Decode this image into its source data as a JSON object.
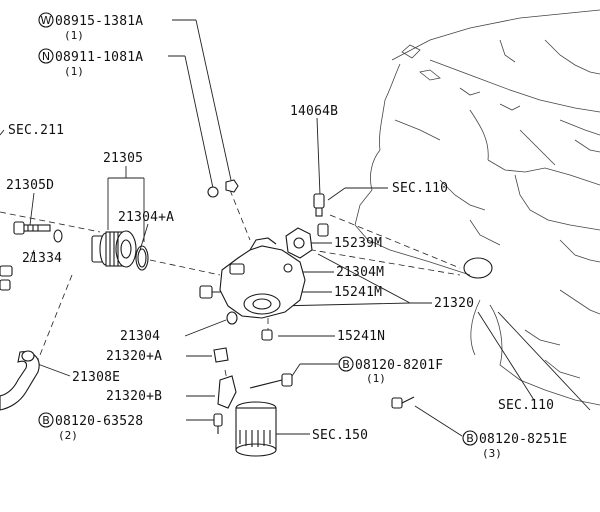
{
  "callouts": {
    "w_bolt": {
      "marker": "W",
      "part": "08915-1381A",
      "qty": "(1)"
    },
    "n_nut": {
      "marker": "N",
      "part": "08911-1081A",
      "qty": "(1)"
    },
    "b_8201": {
      "marker": "B",
      "part": "08120-8201F",
      "qty": "(1)"
    },
    "b_63528": {
      "marker": "B",
      "part": "08120-63528",
      "qty": "(2)"
    },
    "b_8251": {
      "marker": "B",
      "part": "08120-8251E",
      "qty": "(3)"
    }
  },
  "labels": {
    "p14064b": "14064B",
    "sec211": "SEC.211",
    "p21305": "21305",
    "p21305d": "21305D",
    "p21304a": "21304+A",
    "sec110_top": "SEC.110",
    "p15239m": "15239M",
    "p21334": "21334",
    "p21304m": "21304M",
    "p15241m": "15241M",
    "p21320": "21320",
    "p21304": "21304",
    "p15241n": "15241N",
    "p21320a": "21320+A",
    "p21308e": "21308E",
    "p21320b": "21320+B",
    "sec110_bot": "SEC.110",
    "sec150": "SEC.150"
  }
}
